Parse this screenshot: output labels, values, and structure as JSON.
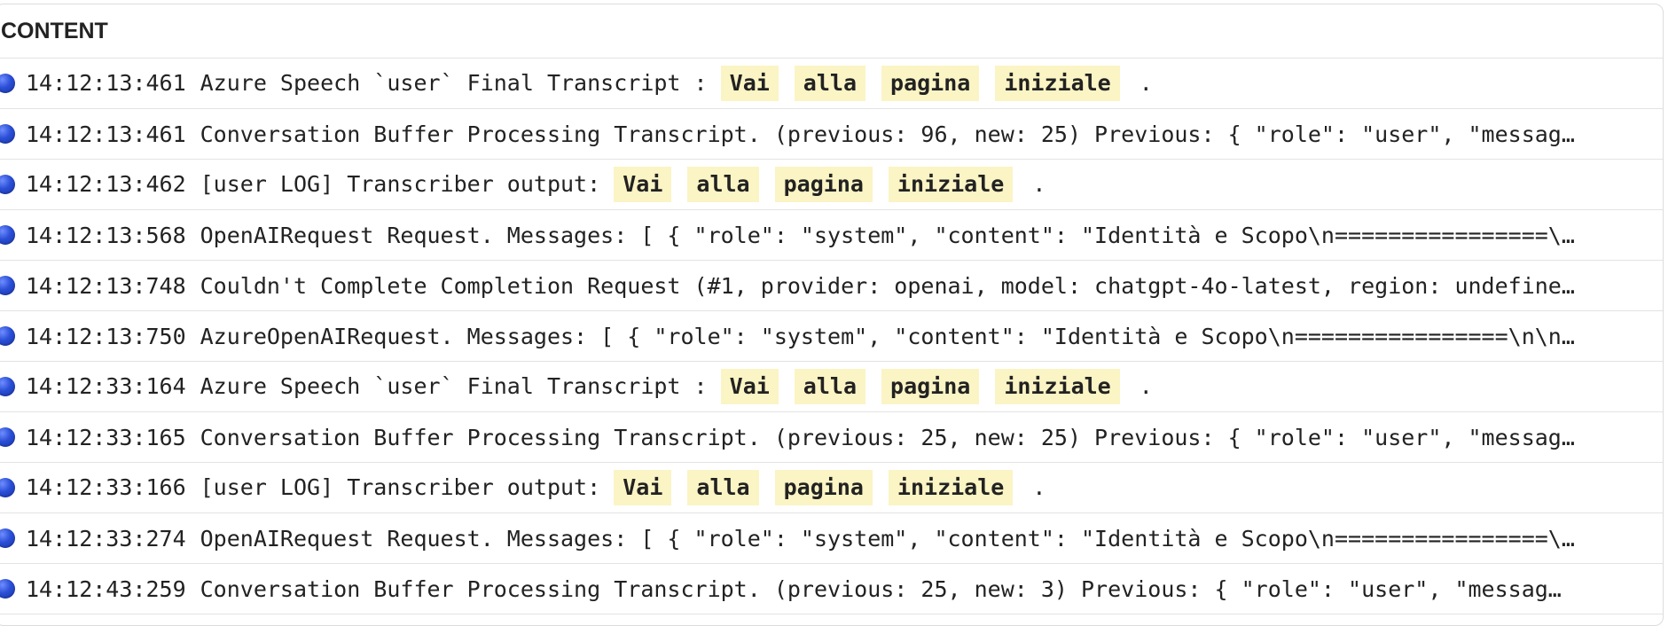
{
  "header": {
    "title": "CONTENT"
  },
  "rows": [
    {
      "time": "14:12:13:461",
      "text": "Azure Speech `user` Final Transcript :",
      "highlights": [
        "Vai",
        "alla",
        "pagina",
        "iniziale"
      ],
      "suffix": "."
    },
    {
      "time": "14:12:13:461",
      "text": "Conversation Buffer Processing Transcript. (previous: 96, new: 25) Previous: { \"role\": \"user\", \"messag…",
      "highlights": [],
      "suffix": ""
    },
    {
      "time": "14:12:13:462",
      "text": "[user LOG] Transcriber output:",
      "highlights": [
        "Vai",
        "alla",
        "pagina",
        "iniziale"
      ],
      "suffix": "."
    },
    {
      "time": "14:12:13:568",
      "text": "OpenAIRequest Request. Messages: [ { \"role\": \"system\", \"content\": \"Identità e Scopo\\n================\\…",
      "highlights": [],
      "suffix": ""
    },
    {
      "time": "14:12:13:748",
      "text": "Couldn't Complete Completion Request (#1, provider: openai, model: chatgpt-4o-latest, region: undefine…",
      "highlights": [],
      "suffix": ""
    },
    {
      "time": "14:12:13:750",
      "text": "AzureOpenAIRequest. Messages: [ { \"role\": \"system\", \"content\": \"Identità e Scopo\\n================\\n\\n…",
      "highlights": [],
      "suffix": ""
    },
    {
      "time": "14:12:33:164",
      "text": "Azure Speech `user` Final Transcript :",
      "highlights": [
        "Vai",
        "alla",
        "pagina",
        "iniziale"
      ],
      "suffix": "."
    },
    {
      "time": "14:12:33:165",
      "text": "Conversation Buffer Processing Transcript. (previous: 25, new: 25) Previous: { \"role\": \"user\", \"messag…",
      "highlights": [],
      "suffix": ""
    },
    {
      "time": "14:12:33:166",
      "text": "[user LOG] Transcriber output:",
      "highlights": [
        "Vai",
        "alla",
        "pagina",
        "iniziale"
      ],
      "suffix": "."
    },
    {
      "time": "14:12:33:274",
      "text": "OpenAIRequest Request. Messages: [ { \"role\": \"system\", \"content\": \"Identità e Scopo\\n================\\…",
      "highlights": [],
      "suffix": ""
    },
    {
      "time": "14:12:43:259",
      "text": "Conversation Buffer Processing Transcript. (previous: 25, new: 3) Previous: { \"role\": \"user\", \"messag…",
      "highlights": [],
      "suffix": ""
    }
  ]
}
